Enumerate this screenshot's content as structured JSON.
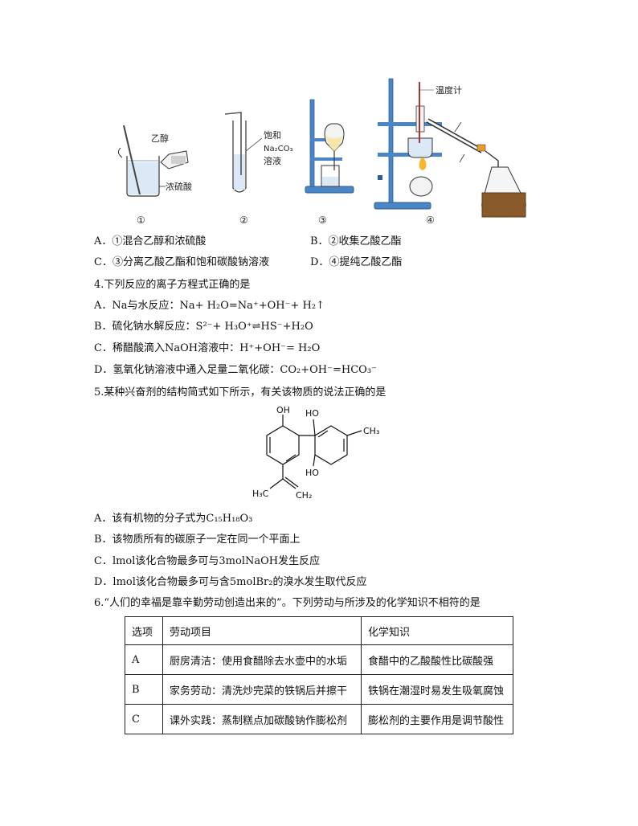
{
  "figure": {
    "labels": {
      "ethanol": "乙醇",
      "conc_acid": "浓硫酸",
      "saturated": "饱和",
      "na2co3": "Na₂CO₃",
      "solution": "溶液",
      "thermometer": "温度计"
    },
    "numbers": [
      "①",
      "②",
      "③",
      "④"
    ]
  },
  "q3_options": {
    "A": "A．①混合乙醇和浓硫酸",
    "B": "B．②收集乙酸乙酯",
    "C": "C．③分离乙酸乙酯和饱和碳酸钠溶液",
    "D": "D．④提纯乙酸乙酯"
  },
  "q4": {
    "stem": "4.下列反应的离子方程式正确的是",
    "A": "A．Na与水反应：Na+ H₂O=Na⁺+OH⁻+ H₂↑",
    "B": "B．硫化钠水解反应：S²⁻+ H₃O⁺⇌HS⁻+H₂O",
    "C": "C．稀醋酸滴入NaOH溶液中：H⁺+OH⁻= H₂O",
    "D": "D．氢氧化钠溶液中通入足量二氧化碳：CO₂+OH⁻=HCO₃⁻"
  },
  "q5": {
    "stem": "5.某种兴奋剂的结构简式如下所示，有关该物质的说法正确的是",
    "structure_labels": {
      "oh1": "OH",
      "ho2": "HO",
      "ho3": "HO",
      "ch3": "CH₃",
      "h3c": "H₃C",
      "ch2": "CH₂"
    },
    "A": "A．该有机物的分子式为C₁₅H₁₈O₃",
    "B": "B．该物质所有的碳原子一定在同一个平面上",
    "C": "C．lmol该化合物最多可与3molNaOH发生反应",
    "D": "D．lmol该化合物最多可与含5molBr₂的溴水发生取代反应"
  },
  "q6": {
    "stem": "6.“人们的幸福是靠辛勤劳动创造出来的”。下列劳动与所涉及的化学知识不相符的是",
    "headers": [
      "选项",
      "劳动项目",
      "化学知识"
    ],
    "rows": [
      [
        "A",
        "厨房清洁：使用食醋除去水壶中的水垢",
        "食醋中的乙酸酸性比碳酸强"
      ],
      [
        "B",
        "家务劳动：清洗炒完菜的铁锅后并擦干",
        "铁锅在潮湿时易发生吸氧腐蚀"
      ],
      [
        "C",
        "课外实践：蒸制糕点加碳酸钠作膨松剂",
        "膨松剂的主要作用是调节酸性"
      ]
    ]
  }
}
